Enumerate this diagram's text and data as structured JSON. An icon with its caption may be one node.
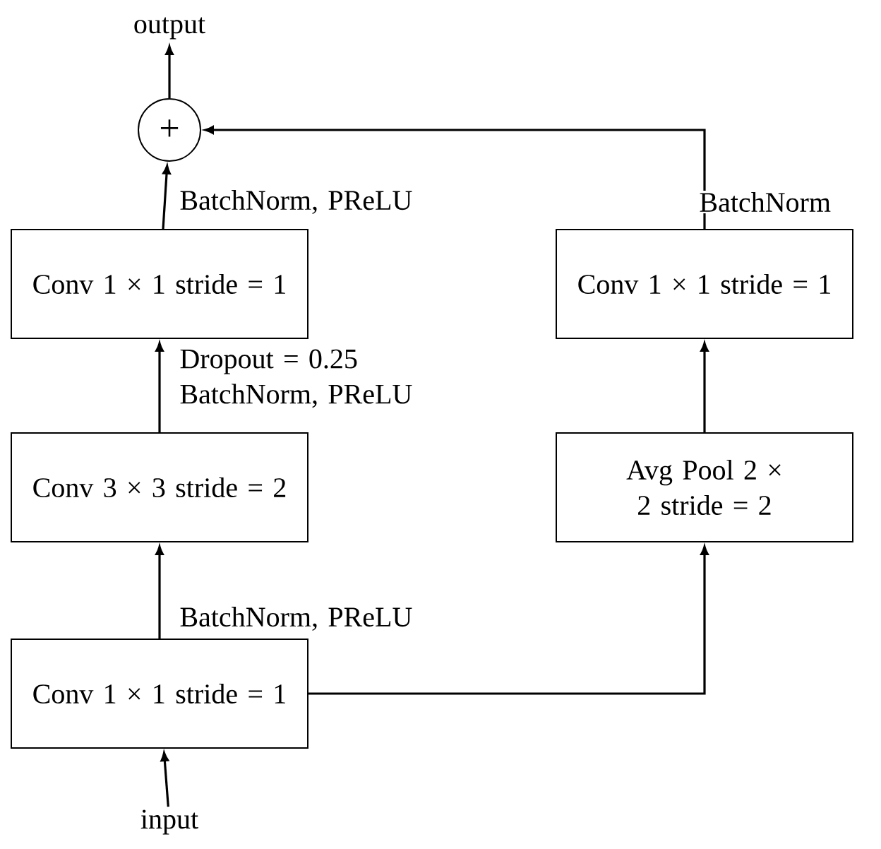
{
  "diagram": {
    "nodes": [
      {
        "text": [
          "output"
        ]
      },
      {
        "text": [
          "+"
        ]
      },
      {
        "text": [
          "Conv 1 × 1 stride = 1"
        ]
      },
      {
        "text": [
          "Conv 1 × 1 stride = 1"
        ]
      },
      {
        "text": [
          "Conv 3 × 3 stride = 2"
        ]
      },
      {
        "text": [
          "Avg Pool 2 × 2 stride = 2"
        ]
      },
      {
        "text": [
          "Conv 1 × 1 stride = 1"
        ]
      },
      {
        "text": [
          "input"
        ]
      }
    ],
    "edges": [
      {
        "from": 7,
        "to": 6,
        "arrow": "to"
      },
      {
        "from": 6,
        "to": 4,
        "arrow": "to",
        "label": "BatchNorm, PReLU"
      },
      {
        "from": 6,
        "to": 5,
        "arrow": "to"
      },
      {
        "from": 4,
        "to": 2,
        "arrow": "to",
        "label": "Dropout = 0.25 BatchNorm, PReLU"
      },
      {
        "from": 5,
        "to": 3,
        "arrow": "to"
      },
      {
        "from": 2,
        "to": 1,
        "arrow": "to",
        "label": "BatchNorm, PReLU"
      },
      {
        "from": 3,
        "to": 1,
        "arrow": "to",
        "label": "BatchNorm"
      },
      {
        "from": 1,
        "to": 0,
        "arrow": "to"
      }
    ]
  }
}
